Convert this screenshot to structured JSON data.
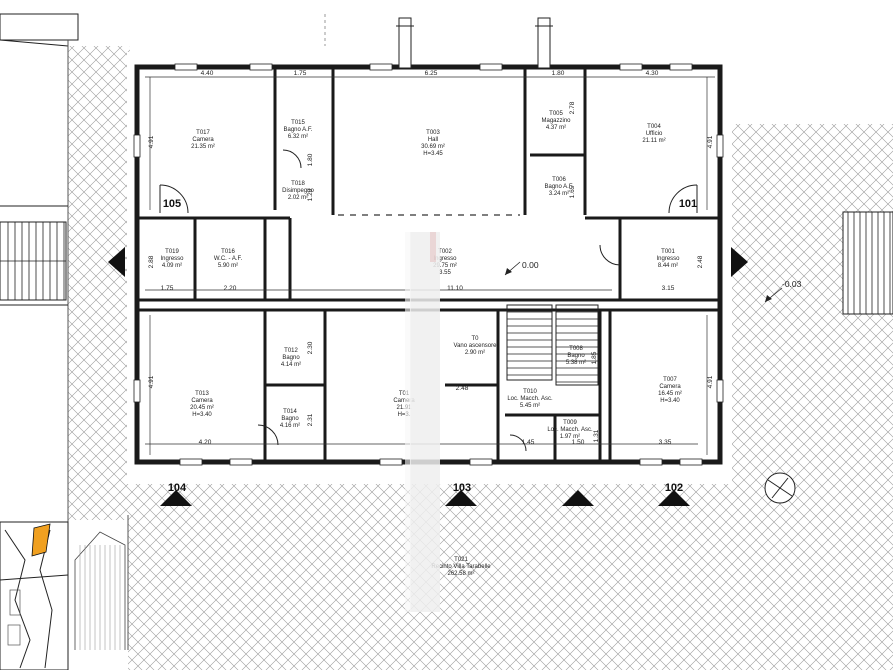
{
  "rooms": [
    {
      "code": "T017",
      "name": "Camera",
      "area": "21.35 m²",
      "h": ""
    },
    {
      "code": "T015",
      "name": "Bagno A.F.",
      "area": "6.32 m²",
      "h": ""
    },
    {
      "code": "T018",
      "name": "Disimpegno",
      "area": "2.02 m²",
      "h": ""
    },
    {
      "code": "T003",
      "name": "Hall",
      "area": "30.69 m²",
      "h": "H=3.45"
    },
    {
      "code": "T005",
      "name": "Magazzino",
      "area": "4.37 m²",
      "h": ""
    },
    {
      "code": "T006",
      "name": "Bagno A.F.",
      "area": "3.24 m²",
      "h": ""
    },
    {
      "code": "T004",
      "name": "Ufficio",
      "area": "21.11 m²",
      "h": ""
    },
    {
      "code": "T019",
      "name": "Ingresso",
      "area": "4.09 m²",
      "h": ""
    },
    {
      "code": "T016",
      "name": "W.C. - A.F.",
      "area": "5.90 m²",
      "h": ""
    },
    {
      "code": "T002",
      "name": "Ingresso",
      "area": "29.75 m²",
      "h": "3.55"
    },
    {
      "code": "T001",
      "name": "Ingresso",
      "area": "8.44 m²",
      "h": ""
    },
    {
      "code": "T013",
      "name": "Camera",
      "area": "20.45 m²",
      "h": "H=3.40"
    },
    {
      "code": "T012",
      "name": "Bagno",
      "area": "4.14 m²",
      "h": ""
    },
    {
      "code": "T014",
      "name": "Bagno",
      "area": "4.16 m²",
      "h": ""
    },
    {
      "code": "T01",
      "name": "Camera",
      "area": "21.91",
      "h": "H=3."
    },
    {
      "code": "T0",
      "name": "Vano ascensore",
      "area": "2.90 m²",
      "h": ""
    },
    {
      "code": "T010",
      "name": "Loc. Macch. Asc.",
      "area": "5.45 m²",
      "h": ""
    },
    {
      "code": "T009",
      "name": "Loc. Macch. Asc.",
      "area": "1.97 m²",
      "h": ""
    },
    {
      "code": "T008",
      "name": "Bagno",
      "area": "5.38 m²",
      "h": ""
    },
    {
      "code": "T007",
      "name": "Camera",
      "area": "16.45 m²",
      "h": "H=3.40"
    },
    {
      "code": "T021",
      "name": "Recinto Villa Tarabelle",
      "area": "262.58 m²",
      "h": ""
    }
  ],
  "doors": [
    "105",
    "101",
    "104",
    "103",
    "102"
  ],
  "levels": {
    "inside": "0.00",
    "outside": "-0.03"
  },
  "dims": [
    "4.40",
    "1.75",
    "6.25",
    "1.80",
    "4.30",
    "4.91",
    "4.91",
    "4.91",
    "4.91",
    "2.78",
    "1.65",
    "1.80",
    "1.20",
    "2.88",
    "2.48",
    "1.75",
    "2.20",
    "11.10",
    "3.15",
    "2.30",
    "2.31",
    "4.20",
    "2.48",
    "1.45",
    "1.50",
    "1.31",
    "3.35",
    "1.85"
  ],
  "colors": {
    "wall": "#1a1a1a",
    "hatch": "#9a9a9a",
    "location_marker": "#f0a020"
  }
}
